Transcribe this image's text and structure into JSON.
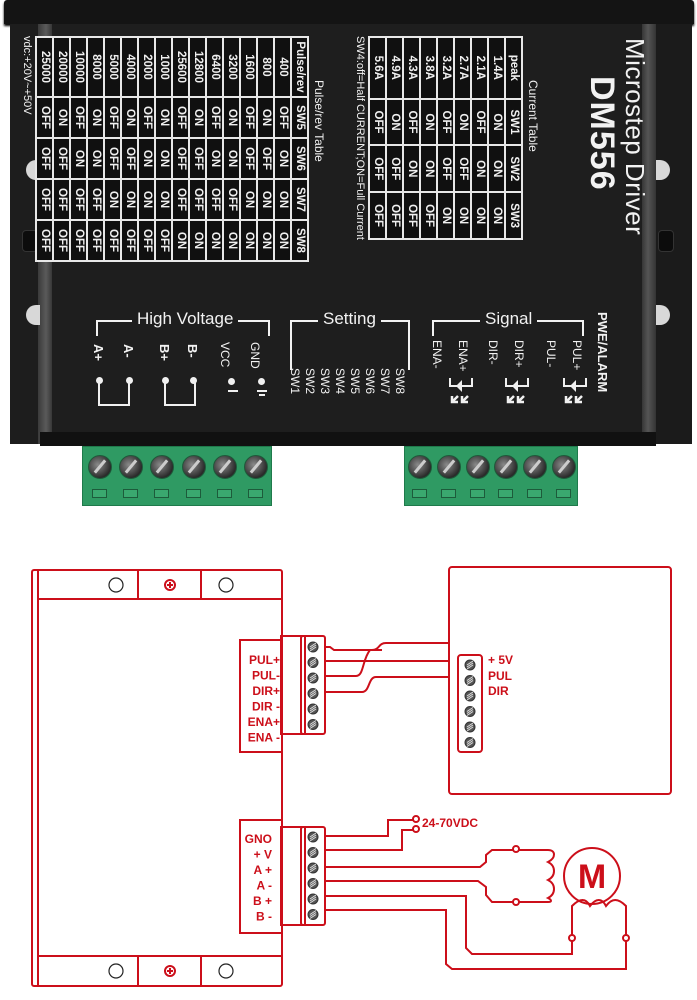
{
  "driver": {
    "title_line1": "Microstep Driver",
    "model": "DM556",
    "current_table": {
      "caption": "Current Table",
      "headers": [
        "peak",
        "SW1",
        "SW2",
        "SW3"
      ],
      "rows": [
        [
          "1.4A",
          "ON",
          "ON",
          "ON"
        ],
        [
          "2.1A",
          "OFF",
          "ON",
          "ON"
        ],
        [
          "2.7A",
          "ON",
          "OFF",
          "ON"
        ],
        [
          "3.2A",
          "OFF",
          "OFF",
          "ON"
        ],
        [
          "3.8A",
          "ON",
          "ON",
          "OFF"
        ],
        [
          "4.3A",
          "OFF",
          "ON",
          "OFF"
        ],
        [
          "4.9A",
          "ON",
          "OFF",
          "OFF"
        ],
        [
          "5.6A",
          "OFF",
          "OFF",
          "OFF"
        ]
      ],
      "note": "SW4:off=Half CURRENT;ON=Full Current"
    },
    "pulse_table": {
      "caption": "Pulse/rev Table",
      "headers": [
        "Pulse/rev",
        "SW5",
        "SW6",
        "SW7",
        "SW8"
      ],
      "rows": [
        [
          "400",
          "OFF",
          "ON",
          "ON",
          "ON"
        ],
        [
          "800",
          "ON",
          "OFF",
          "ON",
          "ON"
        ],
        [
          "1600",
          "OFF",
          "OFF",
          "ON",
          "ON"
        ],
        [
          "3200",
          "ON",
          "ON",
          "OFF",
          "ON"
        ],
        [
          "6400",
          "OFF",
          "ON",
          "OFF",
          "ON"
        ],
        [
          "12800",
          "ON",
          "OFF",
          "OFF",
          "ON"
        ],
        [
          "25600",
          "OFF",
          "OFF",
          "OFF",
          "ON"
        ],
        [
          "1000",
          "ON",
          "ON",
          "ON",
          "OFF"
        ],
        [
          "2000",
          "OFF",
          "ON",
          "ON",
          "OFF"
        ],
        [
          "4000",
          "ON",
          "OFF",
          "ON",
          "OFF"
        ],
        [
          "5000",
          "OFF",
          "OFF",
          "ON",
          "OFF"
        ],
        [
          "8000",
          "ON",
          "ON",
          "OFF",
          "OFF"
        ],
        [
          "10000",
          "OFF",
          "ON",
          "OFF",
          "OFF"
        ],
        [
          "20000",
          "ON",
          "OFF",
          "OFF",
          "OFF"
        ],
        [
          "25000",
          "OFF",
          "OFF",
          "OFF",
          "OFF"
        ]
      ],
      "supply_note": "vdc:+20V~+50V"
    },
    "groups": {
      "high_voltage": {
        "title": "High Voltage",
        "pins": [
          "A+",
          "A-",
          "B+",
          "B-",
          "VCC",
          "GND"
        ]
      },
      "setting": {
        "title": "Setting",
        "pins": [
          "SW1",
          "SW2",
          "SW3",
          "SW4",
          "SW5",
          "SW6",
          "SW7",
          "SW8"
        ]
      },
      "signal": {
        "title": "Signal",
        "pins": [
          "ENA-",
          "ENA+",
          "DIR-",
          "DIR+",
          "PUL-",
          "PUL+"
        ]
      },
      "pwe_alarm": "PWE/ALARM"
    },
    "terminal_colors": {
      "block": "#2f9a63",
      "body": "#1e1e1e"
    }
  },
  "diagram": {
    "line_color": "#cc0f1a",
    "signal_pins": [
      "PUL+",
      "PUL-",
      "DIR+",
      "DIR -",
      "ENA+",
      "ENA -"
    ],
    "power_pins": [
      "GNO",
      "+ V",
      "A +",
      "A  -",
      "B +",
      "B  -"
    ],
    "controller_pins": [
      "+ 5V",
      "PUL",
      "DIR"
    ],
    "supply_label": "24-70VDC",
    "motor_label": "M"
  }
}
